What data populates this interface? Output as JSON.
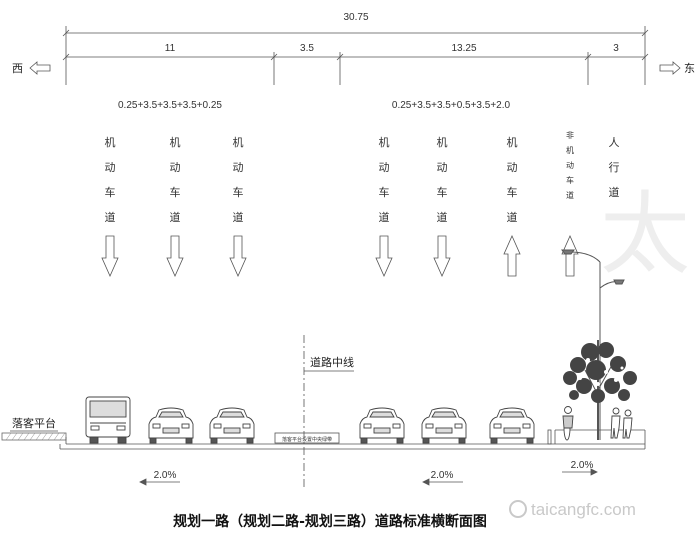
{
  "title": "规划一路（规划二路-规划三路）道路标准横断面图",
  "dimensions": {
    "total": "30.75",
    "segments": [
      "11",
      "3.5",
      "13.25",
      "3"
    ]
  },
  "direction": {
    "west": "西",
    "east": "东"
  },
  "lane_breakdown": {
    "west": "0.25+3.5+3.5+3.5+0.25",
    "east": "0.25+3.5+3.5+0.5+3.5+2.0"
  },
  "lanes": [
    {
      "label": "机动车道",
      "arrow": "down"
    },
    {
      "label": "机动车道",
      "arrow": "down"
    },
    {
      "label": "机动车道",
      "arrow": "down"
    },
    {
      "label": "机动车道",
      "arrow": "down"
    },
    {
      "label": "机动车道",
      "arrow": "down"
    },
    {
      "label": "机动车道",
      "arrow": "up"
    },
    {
      "label": "非机动车道",
      "arrow": "up"
    },
    {
      "label": "人行道",
      "arrow": "none"
    }
  ],
  "centerline_label": "道路中线",
  "left_platform_label": "落客平台",
  "median_label": "落客平台设置中央绿带",
  "slopes": [
    "2.0%",
    "2.0%",
    "2.0%"
  ],
  "watermark": {
    "logo_char": "太",
    "url": "taicangfc.com"
  }
}
